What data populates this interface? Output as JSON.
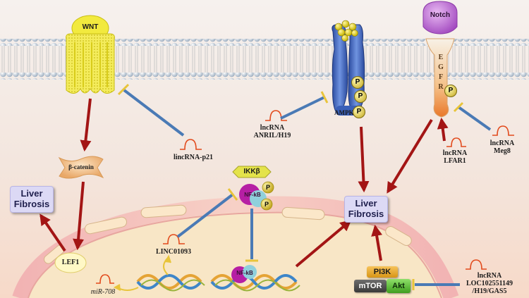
{
  "receptors": {
    "wnt": "WNT",
    "notch": "Notch",
    "egfr": [
      "E",
      "G",
      "F",
      "R"
    ],
    "ampk": "AMPK"
  },
  "proteins": {
    "beta_catenin": "β-catenin",
    "ikkb": "IKKβ",
    "nfkb_complex": "NF-kB",
    "nfkb_dna": "NF-kB",
    "lef1": "LEF1",
    "pi3k": "PI3K",
    "mtor": "mTOR",
    "akt": "Akt",
    "phospho": "P"
  },
  "outcomes": {
    "liver_fibrosis_left": "Liver Fibrosis",
    "liver_fibrosis_center": "Liver Fibrosis"
  },
  "lncrnas": {
    "lincrna_p21": "lincRNA-p21",
    "anril_h19": [
      "lncRNA",
      "ANRIL/H19"
    ],
    "lfar1": [
      "lncRNA",
      "LFAR1"
    ],
    "meg8": [
      "lncRNA",
      "Meg8"
    ],
    "linc01093": "LINC01093",
    "mir708": "miR-708",
    "loc": [
      "lncRNA",
      "LOC102551149",
      "/H19/GAS5"
    ]
  },
  "colors": {
    "activation_arrow": "#a31515",
    "inhibition_line": "#4a7ab5",
    "inhibition_bar": "#e8c43a",
    "outcome_box": "#dcd9f5",
    "nucleus_fill": "#f8e6c6",
    "membrane_head": "#c4d0dc"
  }
}
